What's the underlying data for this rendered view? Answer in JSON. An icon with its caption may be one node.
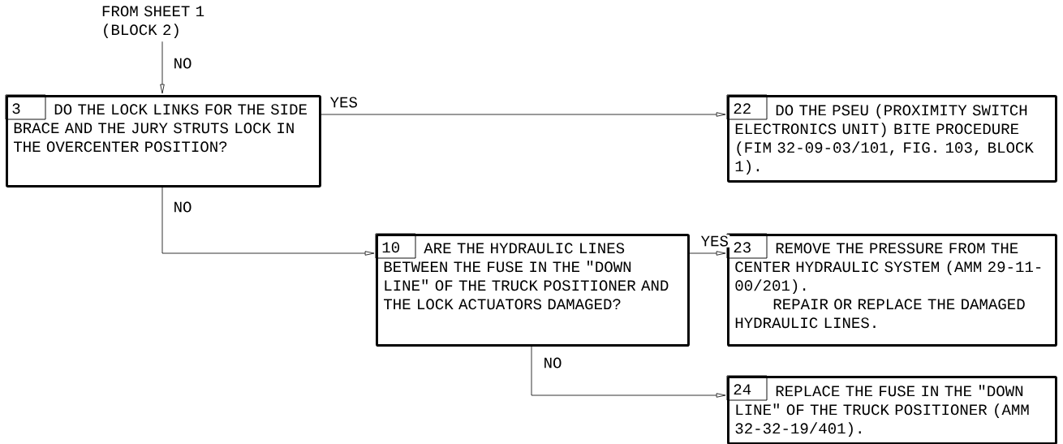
{
  "diagram": {
    "nodes": [
      {
        "text": [
          "FROM SHEET 1 (BLOCK 2)"
        ]
      },
      {
        "text": [
          "3",
          "DO THE LOCK LINKS FOR THE SIDE BRACE AND THE JURY STRUTS LOCK IN THE OVERCENTER POSITION?"
        ]
      },
      {
        "text": [
          "22",
          "DO THE PSEU (PROXIMITY SWITCH ELECTRONICS UNIT) BITE PROCEDURE (FIM 32-09-03/101, FIG. 103, BLOCK 1)."
        ]
      },
      {
        "text": [
          "10",
          "ARE THE HYDRAULIC LINES BETWEEN THE FUSE IN THE \"DOWN LINE\" OF THE TRUCK POSITIONER AND THE LOCK ACTUATORS DAMAGED?"
        ]
      },
      {
        "text": [
          "23",
          "REMOVE THE PRESSURE FROM THE CENTER HYDRAULIC SYSTEM (AMM 29-11-00/201).",
          "REPAIR OR REPLACE THE DAMAGED HYDRAULIC LINES."
        ]
      },
      {
        "text": [
          "24",
          "REPLACE THE FUSE IN THE \"DOWN LINE\" OF THE TRUCK POSITIONER (AMM 32-32-19/401)."
        ]
      }
    ],
    "edges": [
      {
        "from": 0,
        "to": 1,
        "arrow": "to",
        "label": "NO"
      },
      {
        "from": 1,
        "to": 2,
        "arrow": "to",
        "label": "YES"
      },
      {
        "from": 1,
        "to": 3,
        "arrow": "to",
        "label": "NO"
      },
      {
        "from": 3,
        "to": 4,
        "arrow": "to",
        "label": "YES"
      },
      {
        "from": 3,
        "to": 5,
        "arrow": "to",
        "label": "NO"
      }
    ]
  }
}
